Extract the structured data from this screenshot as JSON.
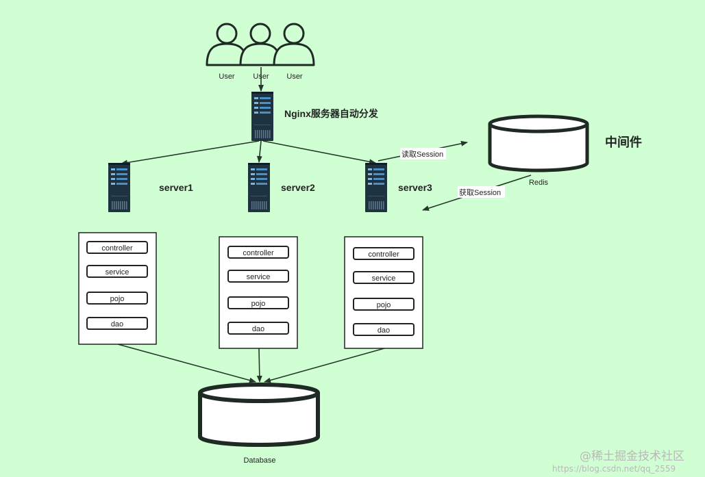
{
  "users": [
    "User",
    "User",
    "User"
  ],
  "nginx_label": "Nginx服务器自动分发",
  "servers": [
    "server1",
    "server2",
    "server3"
  ],
  "server_layers": [
    "controller",
    "service",
    "pojo",
    "dao"
  ],
  "middleware_label": "中间件",
  "redis_label": "Redis",
  "read_session": "读取Session",
  "get_session": "获取Session",
  "database_label": "Database",
  "watermark_brand": "@稀土掘金技术社区",
  "watermark_url": "https://blog.csdn.net/qq_2559",
  "colors": {
    "background": "#cfffd2",
    "stroke": "#233828",
    "server_body": "#1e3240",
    "server_slot": "#4a90c4"
  }
}
